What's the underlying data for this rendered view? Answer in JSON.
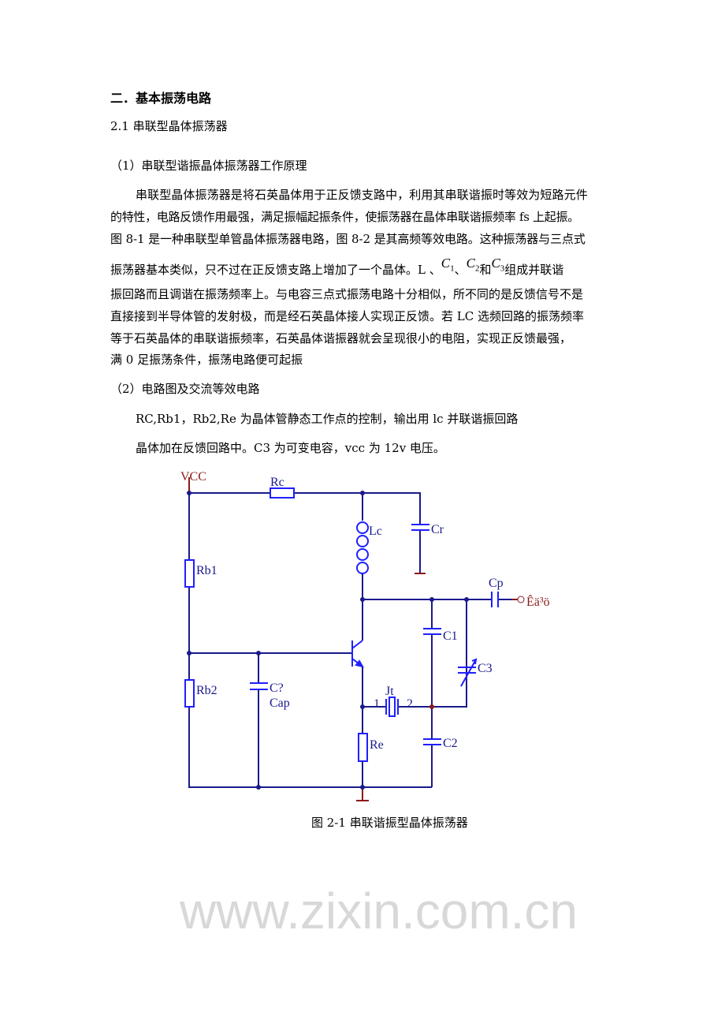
{
  "heading": "二．基本振荡电路",
  "subheading": "2.1 串联型晶体振荡器",
  "section1": "（1）串联型谐振晶体振荡器工作原理",
  "para": {
    "l1": "串联型晶体振荡器是将石英晶体用于正反馈支路中，利用其串联谐振时等效为短路元件",
    "l2": "的特性，电路反馈作用最强，满足振幅起振条件，使振荡器在晶体串联谐振频率 fs 上起振。",
    "l3": "图 8-1 是一种串联型单管晶体振荡器电路，图 8-2 是其高频等效电路。这种振荡器与三点式",
    "l4a": "振荡器基本类似，只不过在正反馈支路上增加了一个晶体。L 、",
    "c1": "C",
    "c1s": "1",
    "sep": "、",
    "c2": "C",
    "c2s": "2",
    "and": "和",
    "c3": "C",
    "c3s": "3",
    "l4b": "组成并联谐",
    "l5": "振回路而且调谐在振荡频率上。与电容三点式振荡电路十分相似，所不同的是反馈信号不是",
    "l6": "直接接到半导体管的发射极，而是经石英晶体接人实现正反馈。若 LC 选频回路的振荡频率",
    "l7": "等于石英晶体的串联谐振频率，石英晶体谐振器就会呈现很小的电阻，实现正反馈最强，",
    "l8": "满 0 足振荡条件，振荡电路便可起振"
  },
  "section2": "（2）电路图及交流等效电路",
  "desc1": "RC,Rb1，Rb2,Re 为晶体管静态工作点的控制，输出用 lc 并联谐振回路",
  "desc2": "晶体加在反馈回路中。C3 为可变电容，vcc 为 12v 电压。",
  "watermark": "www.zixin.com.cn",
  "circuit": {
    "vcc": "VCC",
    "rc": "Rc",
    "lc": "Lc",
    "cr": "Cr",
    "rb1": "Rb1",
    "rb2": "Rb2",
    "cq": "C?",
    "cap": "Cap",
    "cp": "Cp",
    "out": "Êä³ö",
    "c1": "C1",
    "c2": "C2",
    "c3": "C3",
    "jt": "Jt",
    "pin1": "1",
    "pin2": "2",
    "re": "Re",
    "wire_color": "#1a1a8c",
    "part_color": "#1f1fff",
    "power_color": "#8b1a1a"
  },
  "caption": "图 2-1   串联谐振型晶体振荡器"
}
